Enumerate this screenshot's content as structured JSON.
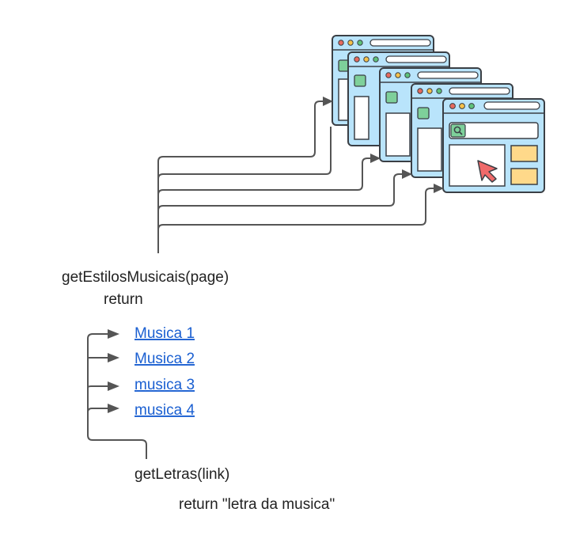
{
  "functions": {
    "get_estilos": "getEstilosMusicais(page)",
    "get_estilos_return": "return",
    "get_letras": "getLetras(link)",
    "get_letras_return": "return \"letra da musica\""
  },
  "links": [
    {
      "label": "Musica 1"
    },
    {
      "label": "Musica 2"
    },
    {
      "label": "musica 3"
    },
    {
      "label": "musica 4"
    }
  ],
  "browser_windows": {
    "count": 5,
    "icons": [
      "search-icon",
      "cursor-icon"
    ]
  },
  "colors": {
    "link": "#1a5fd1",
    "connector": "#555555",
    "window_frame": "#b9e4fb",
    "window_outline": "#3a3f45",
    "window_dot_red": "#e66a5e",
    "window_dot_yellow": "#f5c04a",
    "window_dot_green": "#5ec27a",
    "search_icon_bg": "#7ed09a",
    "side_box": "#ffd98a",
    "cursor_fill": "#ef6a6a"
  }
}
